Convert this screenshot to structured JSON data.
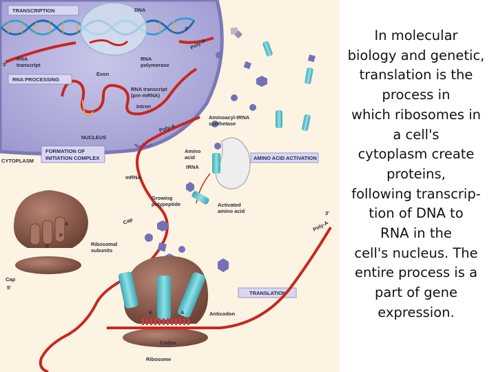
{
  "figure": {
    "sections": {
      "transcription": "TRANSCRIPTION",
      "rna_processing": "RNA PROCESSING",
      "initiation": [
        "FORMATION OF",
        "INITIATION COMPLEX"
      ],
      "amino_acid_activation": "AMINO ACID ACTIVATION",
      "translation": "TRANSLATION"
    },
    "labels": {
      "dna": "DNA",
      "rna_transcript": [
        "RNA",
        "transcript"
      ],
      "rna_polymerase": [
        "RNA",
        "polymerase"
      ],
      "exon": "Exon",
      "pre_mrna": [
        "RNA transcript",
        "(pre-mRNA)"
      ],
      "intron": "Intron",
      "nucleus": "NUCLEUS",
      "cytoplasm": "CYTOPLASM",
      "trna_synthetase": [
        "Aminoacyl-tRNA",
        "synthetase"
      ],
      "amino_acid": [
        "Amino",
        "acid"
      ],
      "trna": "tRNA",
      "mrna": "mRNA",
      "growing_polypeptide": [
        "Growing",
        "polypeptide"
      ],
      "activated_amino_acid": [
        "Activated",
        "amino acid"
      ],
      "ribosomal_subunits": [
        "Ribosomal",
        "subunits"
      ],
      "anticodon": "Anticodon",
      "codon": "Codon",
      "ribosome": "Ribosome",
      "site_a": "A",
      "site_p": "P",
      "site_e": "E"
    },
    "strand_marks": {
      "three_prime": "3'",
      "five_prime": "5'",
      "poly_a": "Poly-A",
      "cap": "Cap"
    }
  },
  "description": {
    "lines": [
      "In molecular",
      "biology and genetic,",
      "translation is the",
      "process in",
      "which ribosomes in",
      "a cell's",
      "cytoplasm create",
      "proteins,",
      "following transcrip-",
      "tion of DNA to",
      "RNA  in the",
      "cell's nucleus. The",
      "entire process is a",
      "part of gene",
      "expression."
    ]
  },
  "colors": {
    "background": "#fdf3e3",
    "nucleus": "#b3b0d9",
    "dna": "#3a9fd0",
    "rna": "#c8261e",
    "ribosome": "#8a5a4c",
    "trna": "#5fc3cc",
    "amino_acid": "#7372b8",
    "section_label_bg": "#d9d7ee"
  }
}
